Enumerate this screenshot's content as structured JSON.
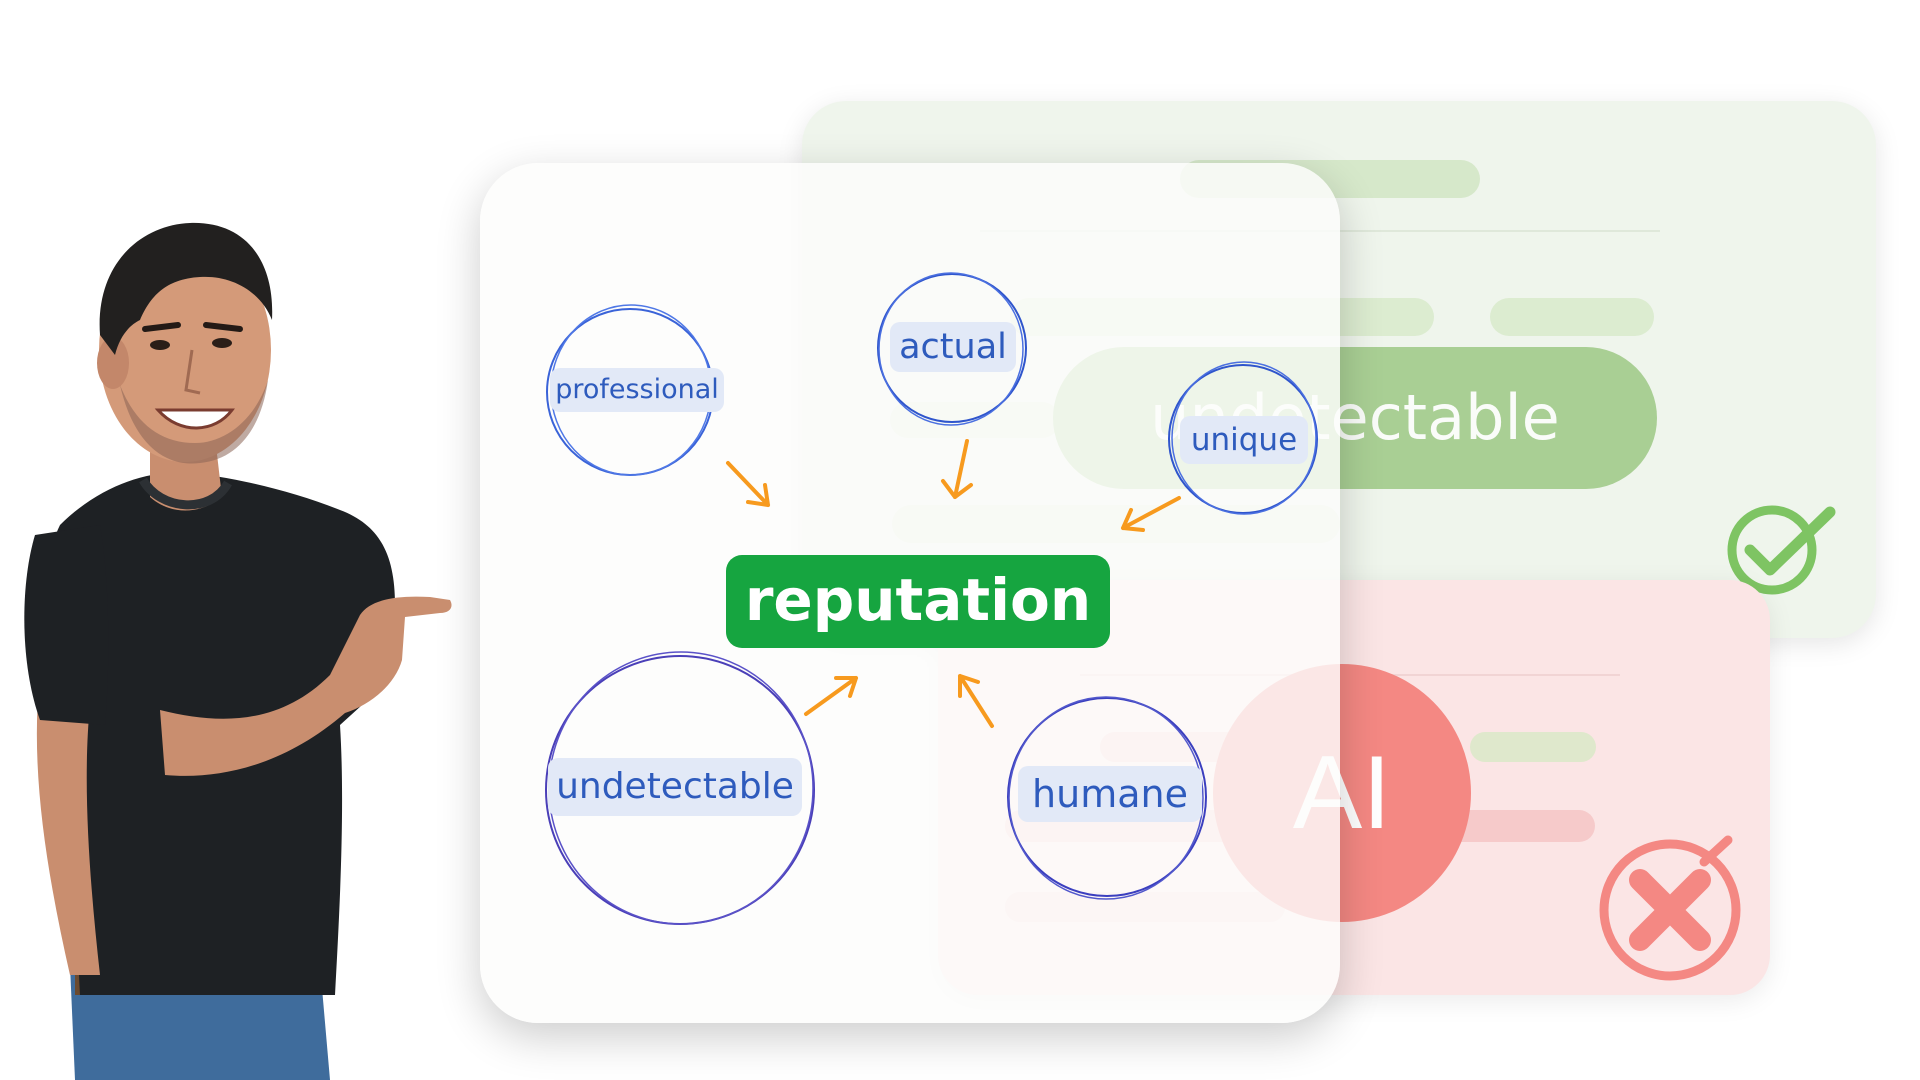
{
  "background_card": {
    "big_word": "undetectable",
    "check_icon": "check-circle-icon"
  },
  "ai_card": {
    "badge": "AI",
    "x_icon": "x-circle-icon"
  },
  "diagram": {
    "center": "reputation",
    "words": {
      "professional": "professional",
      "actual": "actual",
      "unique": "unique",
      "undetectable": "undetectable",
      "humane": "humane"
    }
  },
  "colors": {
    "center_green": "#16a540",
    "word_blue": "#2e5bbd",
    "ring_blue": "#3a63d8",
    "arrow_orange": "#f79a1e",
    "good_green": "#7ec463",
    "bad_red": "#f48883"
  }
}
